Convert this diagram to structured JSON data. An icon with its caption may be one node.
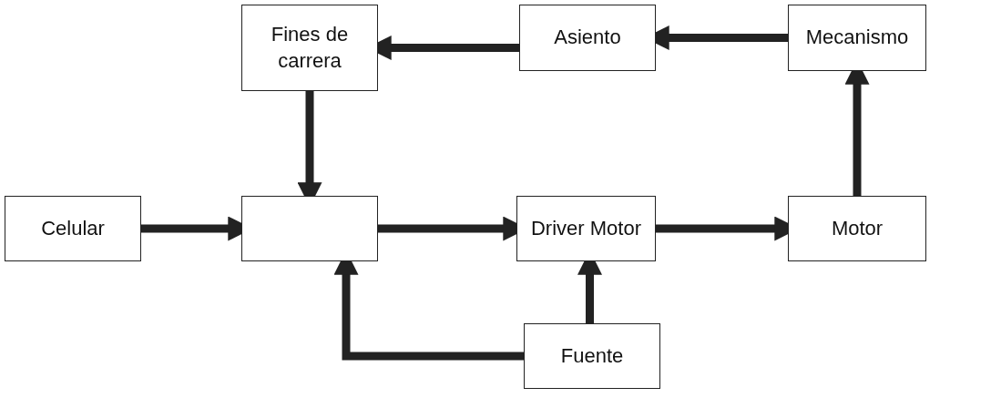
{
  "diagram": {
    "nodes": [
      {
        "text": [
          "Fines de carrera"
        ]
      },
      {
        "text": [
          "Asiento"
        ]
      },
      {
        "text": [
          "Mecanismo"
        ]
      },
      {
        "text": [
          "Celular"
        ]
      },
      {
        "text": [],
        "shape": "box"
      },
      {
        "text": [
          "Driver Motor"
        ]
      },
      {
        "text": [
          "Motor"
        ]
      },
      {
        "text": [
          "Fuente"
        ]
      }
    ],
    "edges": [
      {
        "from": 3,
        "to": 4,
        "arrow": "to"
      },
      {
        "from": 4,
        "to": 5,
        "arrow": "to"
      },
      {
        "from": 5,
        "to": 6,
        "arrow": "to"
      },
      {
        "from": 6,
        "to": 2,
        "arrow": "to"
      },
      {
        "from": 2,
        "to": 1,
        "arrow": "to"
      },
      {
        "from": 1,
        "to": 0,
        "arrow": "to"
      },
      {
        "from": 0,
        "to": 4,
        "arrow": "to"
      },
      {
        "from": 7,
        "to": 5,
        "arrow": "to"
      },
      {
        "from": 7,
        "to": 4,
        "arrow": "to"
      }
    ]
  }
}
